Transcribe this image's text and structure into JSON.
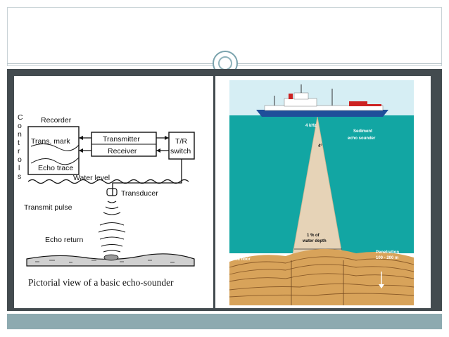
{
  "left_diagram": {
    "controls_letters": [
      "C",
      "o",
      "n",
      "t",
      "r",
      "o",
      "l",
      "s"
    ],
    "recorder": "Recorder",
    "trans_mark": "Trans. mark",
    "echo_trace": "Echo trace",
    "transmitter": "Transmitter",
    "receiver": "Receiver",
    "tr_switch_line1": "T/R",
    "tr_switch_line2": "switch",
    "water_level": "Water level",
    "transducer": "Transducer",
    "transmit_pulse": "Transmit pulse",
    "echo_return": "Echo return",
    "caption": "Pictorial view of a basic echo-sounder"
  },
  "right_diagram": {
    "frequency": "4 kHz",
    "title_line1": "Sediment",
    "title_line2": "echo sounder",
    "beam_angle": "4°",
    "depth_line1": "1 % of",
    "depth_line2": "water depth",
    "sea_floor": "Sea floor",
    "penetration_line1": "Penetration",
    "penetration_line2": "100 - 200 m",
    "colors": {
      "sea": "#12a6a3",
      "sky": "#d6eef4",
      "sediment": "#d8a35a",
      "beam": "#e6d3b7"
    }
  }
}
